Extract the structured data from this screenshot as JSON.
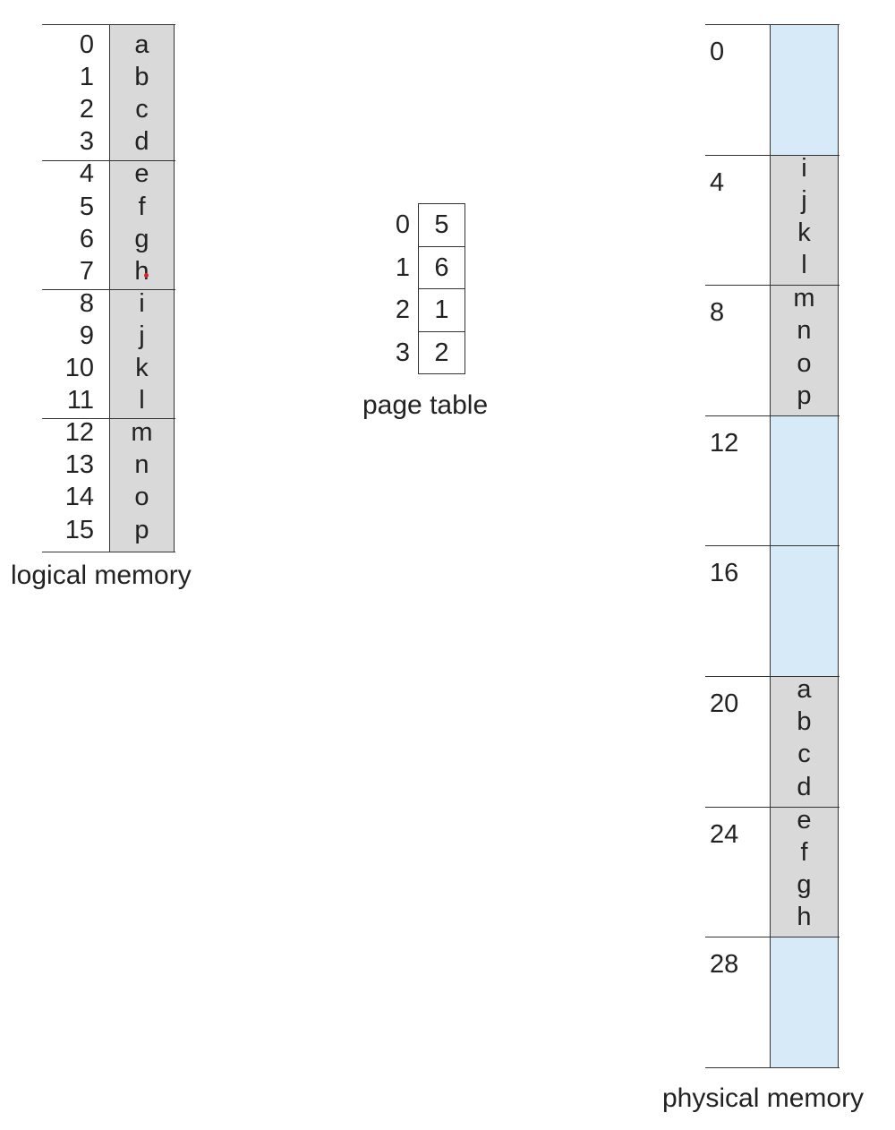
{
  "logical_memory": {
    "caption": "logical memory",
    "entries": [
      {
        "index": "0",
        "value": "a"
      },
      {
        "index": "1",
        "value": "b"
      },
      {
        "index": "2",
        "value": "c"
      },
      {
        "index": "3",
        "value": "d"
      },
      {
        "index": "4",
        "value": "e"
      },
      {
        "index": "5",
        "value": "f"
      },
      {
        "index": "6",
        "value": "g"
      },
      {
        "index": "7",
        "value": "h"
      },
      {
        "index": "8",
        "value": "i"
      },
      {
        "index": "9",
        "value": "j"
      },
      {
        "index": "10",
        "value": "k"
      },
      {
        "index": "11",
        "value": "l"
      },
      {
        "index": "12",
        "value": "m"
      },
      {
        "index": "13",
        "value": "n"
      },
      {
        "index": "14",
        "value": "o"
      },
      {
        "index": "15",
        "value": "p"
      }
    ]
  },
  "page_table": {
    "caption": "page table",
    "rows": [
      {
        "page": "0",
        "frame": "5"
      },
      {
        "page": "1",
        "frame": "6"
      },
      {
        "page": "2",
        "frame": "1"
      },
      {
        "page": "3",
        "frame": "2"
      }
    ]
  },
  "physical_memory": {
    "caption": "physical memory",
    "frames": [
      {
        "address": "0",
        "contents": []
      },
      {
        "address": "4",
        "contents": [
          "i",
          "j",
          "k",
          "l"
        ]
      },
      {
        "address": "8",
        "contents": [
          "m",
          "n",
          "o",
          "p"
        ]
      },
      {
        "address": "12",
        "contents": []
      },
      {
        "address": "16",
        "contents": []
      },
      {
        "address": "20",
        "contents": [
          "a",
          "b",
          "c",
          "d"
        ]
      },
      {
        "address": "24",
        "contents": [
          "e",
          "f",
          "g",
          "h"
        ]
      },
      {
        "address": "28",
        "contents": []
      }
    ]
  },
  "colors": {
    "filled": "#d9d9d9",
    "empty": "#d6ebf7",
    "line": "#333333"
  }
}
